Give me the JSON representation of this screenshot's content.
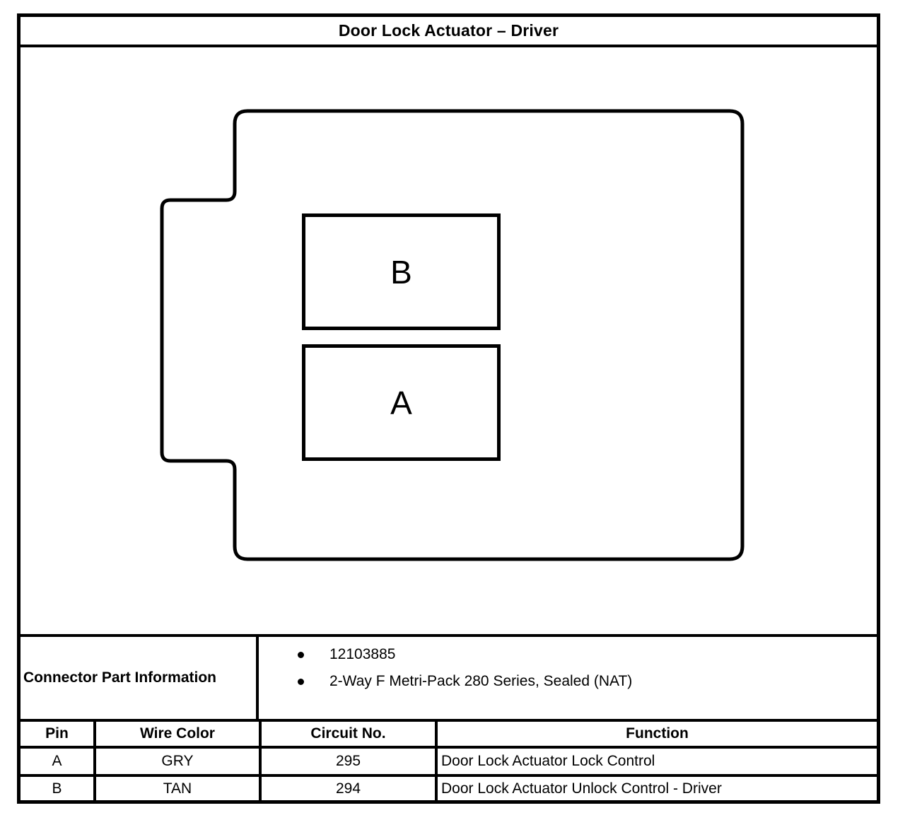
{
  "page_title": "Door Lock Actuator – Driver",
  "diagram": {
    "pins": [
      {
        "label": "B"
      },
      {
        "label": "A"
      }
    ]
  },
  "connector_part_info": {
    "label": "Connector Part Information",
    "bullets": [
      "12103885",
      "2-Way F Metri-Pack 280 Series, Sealed (NAT)"
    ]
  },
  "pin_table": {
    "headers": {
      "pin": "Pin",
      "wire_color": "Wire Color",
      "circuit_no": "Circuit No.",
      "function": "Function"
    },
    "rows": [
      {
        "pin": "A",
        "wire_color": "GRY",
        "circuit_no": "295",
        "function": "Door Lock Actuator Lock Control"
      },
      {
        "pin": "B",
        "wire_color": "TAN",
        "circuit_no": "294",
        "function": "Door Lock Actuator Unlock Control - Driver"
      }
    ]
  }
}
